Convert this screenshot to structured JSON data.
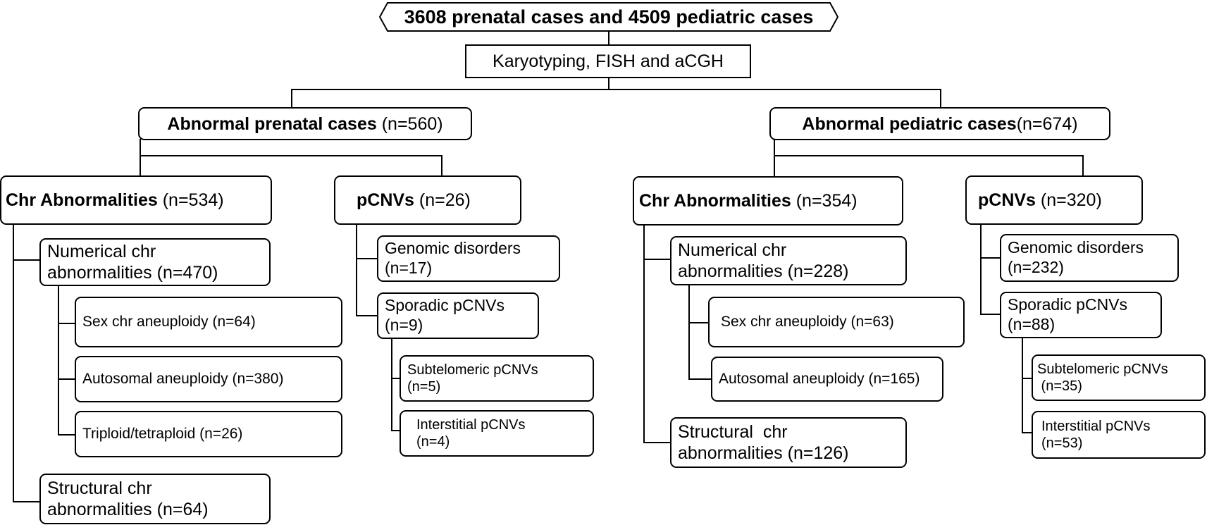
{
  "top": "3608 prenatal cases and 4509 pediatric cases",
  "methods": "Karyotyping, FISH and aCGH",
  "prenatal": {
    "title_bold": "Abnormal prenatal cases",
    "title_count": " (n=560)",
    "chr": {
      "bold": "Chr Abnormalities",
      "count": " (n=534)"
    },
    "numerical": {
      "line1": "Numerical chr",
      "line2": "abnormalities (n=470)"
    },
    "sex": "Sex chr aneuploidy (n=64)",
    "autosomal": "Autosomal aneuploidy (n=380)",
    "triploid": "Triploid/tetraploid (n=26)",
    "structural": {
      "line1": "Structural chr",
      "line2": "abnormalities (n=64)"
    },
    "pcnv": {
      "bold": "pCNVs",
      "count": " (n=26)"
    },
    "genomic": {
      "line1": "Genomic disorders",
      "line2": "(n=17)"
    },
    "sporadic": {
      "line1": "Sporadic pCNVs",
      "line2": "(n=9)"
    },
    "subtelomeric": {
      "line1": "Subtelomeric pCNVs",
      "line2": "(n=5)"
    },
    "interstitial": {
      "line1": "Interstitial pCNVs",
      "line2": "(n=4)"
    }
  },
  "pediatric": {
    "title_bold": "Abnormal pediatric cases",
    "title_count": "(n=674)",
    "chr": {
      "bold": "Chr Abnormalities",
      "count": " (n=354)"
    },
    "numerical": {
      "line1": "Numerical chr",
      "line2": "abnormalities (n=228)"
    },
    "sex": "Sex chr aneuploidy (n=63)",
    "autosomal": "Autosomal aneuploidy (n=165)",
    "structural": {
      "line1": "Structural  chr",
      "line2": "abnormalities (n=126)"
    },
    "pcnv": {
      "bold": "pCNVs",
      "count": " (n=320)"
    },
    "genomic": {
      "line1": "Genomic disorders",
      "line2": "(n=232)"
    },
    "sporadic": {
      "line1": "Sporadic pCNVs",
      "line2": "(n=88)"
    },
    "subtelomeric": {
      "line1": "Subtelomeric pCNVs",
      "line2": " (n=35)"
    },
    "interstitial": {
      "line1": "Interstitial pCNVs",
      "line2": "(n=53)"
    }
  }
}
